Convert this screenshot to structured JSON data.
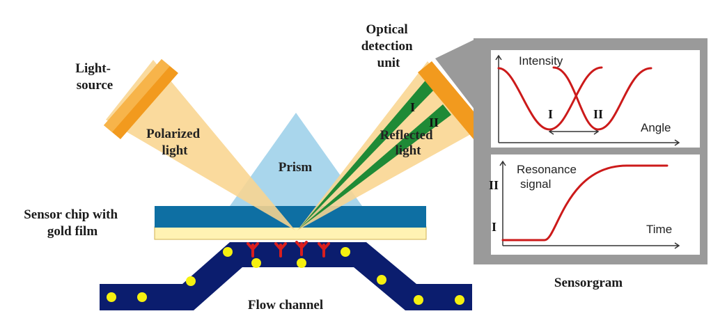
{
  "labels": {
    "light_source": [
      "Light-",
      "source"
    ],
    "polarized_light": [
      "Polarized",
      "light"
    ],
    "prism": "Prism",
    "optical_detection": [
      "Optical",
      "detection",
      "unit"
    ],
    "reflected_light": [
      "Reflected",
      "light"
    ],
    "sensor_chip": [
      "Sensor chip with",
      "gold film"
    ],
    "flow_channel": "Flow channel",
    "sensorgram": "Sensorgram",
    "beam_I": "I",
    "beam_II": "II"
  },
  "graphs": {
    "top": {
      "ylabel": "Intensity",
      "xlabel": "Angle",
      "dip_I": "I",
      "dip_II": "II"
    },
    "bottom": {
      "ylabel": [
        "Resonance",
        "signal"
      ],
      "xlabel": "Time",
      "level_I": "I",
      "level_II": "II"
    }
  },
  "colors": {
    "beam_fill": "#f9d58f",
    "source_orange": "#f29a1e",
    "prism": "#a9d6ec",
    "chip_blue": "#0e6fa3",
    "gold_film": "#fff2b3",
    "channel_navy": "#0b1d6e",
    "particle": "#f5f010",
    "antibody_red": "#d81e1e",
    "reflected_green": "#1f8a36",
    "graph_panel": "#9a9a9a",
    "curve_red": "#cc1a1a"
  }
}
